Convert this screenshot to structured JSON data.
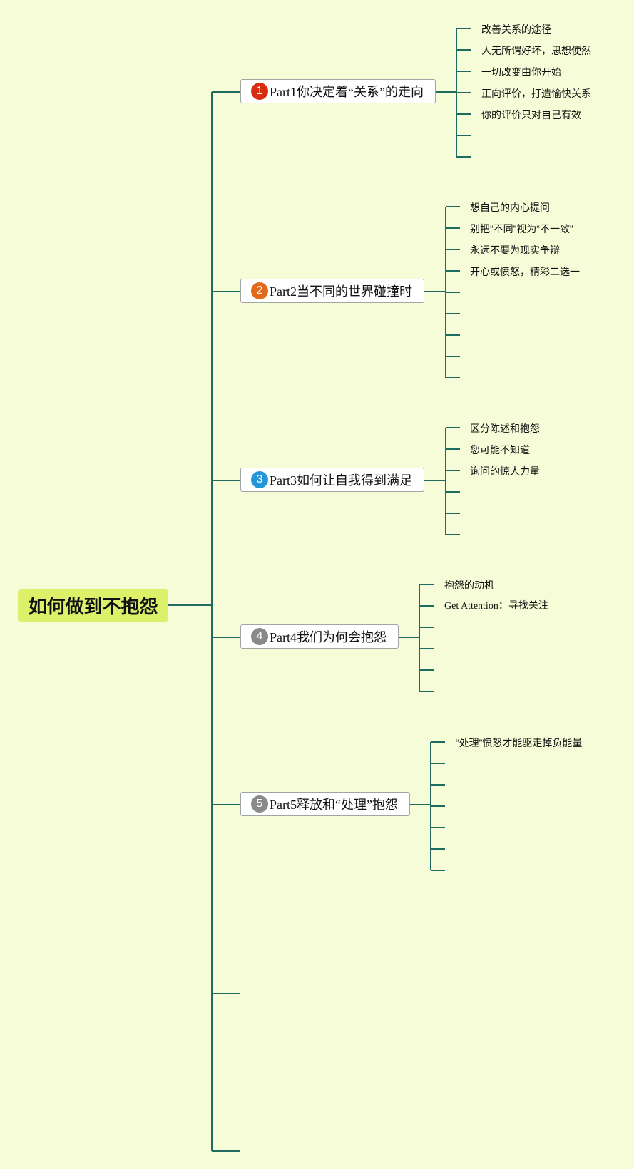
{
  "root": {
    "label": "如何做到不抱怨"
  },
  "colors": {
    "background": "#f6fcd8",
    "connector": "#1f6b60",
    "root_fill": "#dcf06a",
    "badge_1": "#d92d12",
    "badge_2": "#e4681a",
    "badge_3": "#2596d8",
    "badge_4": "#8a8a8a",
    "badge_5": "#8a8a8a"
  },
  "parts": [
    {
      "number": "1",
      "label": "Part1你决定着“关系”的走向",
      "children": [
        "改善关系的途径",
        "人无所谓好坏，思想使然",
        "一切改变由你开始",
        "正向评价，打造愉快关系",
        "你的评价只对自己有效",
        "",
        ""
      ]
    },
    {
      "number": "2",
      "label": "Part2当不同的世界碰撞时",
      "children": [
        "想自己的内心提问",
        "别把“不同”视为“不一致”",
        "永远不要为现实争辩",
        "开心或愤怒，精彩二选一",
        "",
        "",
        "",
        "",
        ""
      ]
    },
    {
      "number": "3",
      "label": "Part3如何让自我得到满足",
      "children": [
        "区分陈述和抱怨",
        "您可能不知道",
        "询问的惊人力量",
        "",
        "",
        ""
      ]
    },
    {
      "number": "4",
      "label": "Part4我们为何会抱怨",
      "children": [
        "抱怨的动机",
        "Get Attention：寻找关注",
        "",
        "",
        "",
        ""
      ]
    },
    {
      "number": "5",
      "label": "Part5释放和“处理”抱怨",
      "children": [
        "“处理”愤怒才能驱走掉负能量",
        "",
        "",
        "",
        "",
        "",
        ""
      ]
    }
  ]
}
